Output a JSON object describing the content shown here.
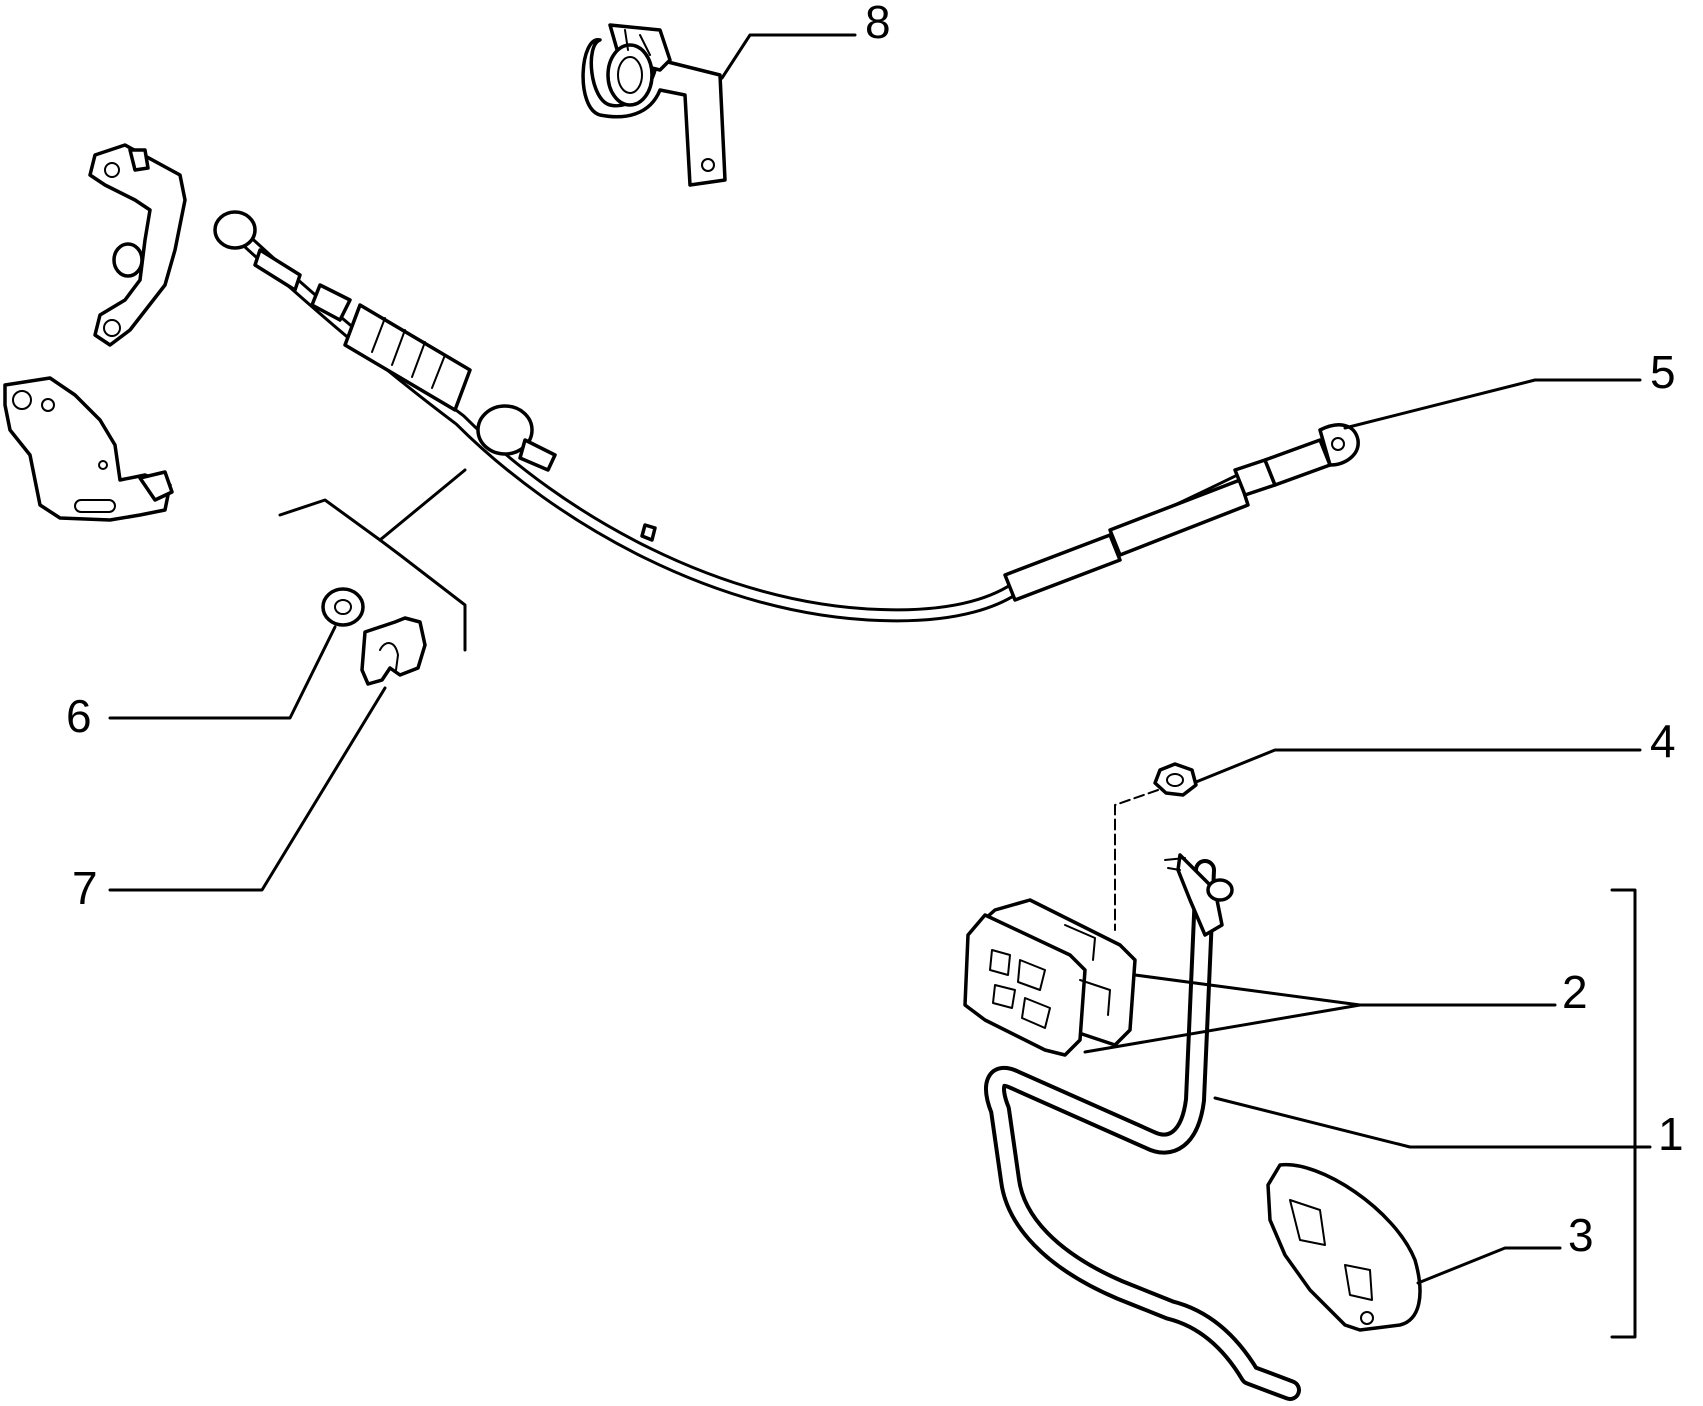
{
  "diagram": {
    "callouts": [
      {
        "id": "1",
        "label": "1"
      },
      {
        "id": "2",
        "label": "2"
      },
      {
        "id": "3",
        "label": "3"
      },
      {
        "id": "4",
        "label": "4"
      },
      {
        "id": "5",
        "label": "5"
      },
      {
        "id": "6",
        "label": "6"
      },
      {
        "id": "7",
        "label": "7"
      },
      {
        "id": "8",
        "label": "8"
      }
    ]
  },
  "colors": {
    "ink": "#000000",
    "background": "#ffffff"
  }
}
